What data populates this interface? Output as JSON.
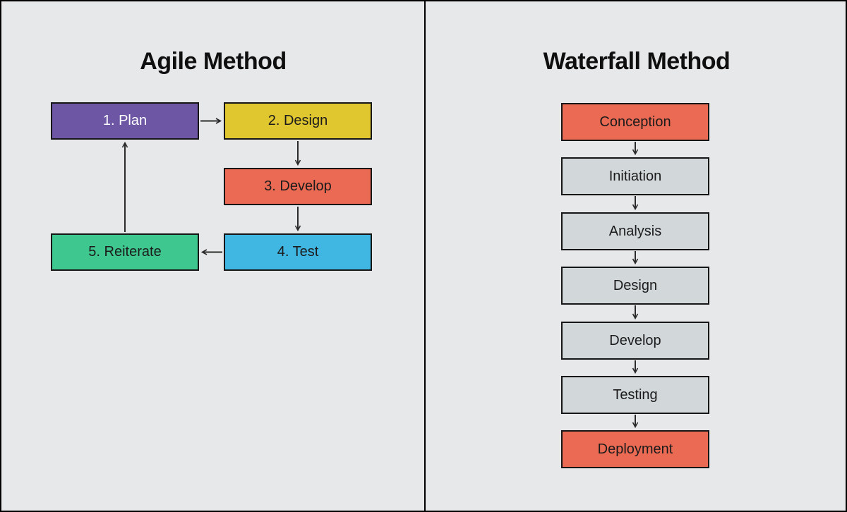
{
  "canvas": {
    "background": "#e7e8e9",
    "border_color": "#000000",
    "arrow_color": "#2b2b2b"
  },
  "agile": {
    "title": "Agile Method",
    "nodes": [
      {
        "label": "1. Plan",
        "color": "#6d57a5",
        "text_color": "#ffffff"
      },
      {
        "label": "2. Design",
        "color": "#e0c72f",
        "text_color": "#1b1b1b"
      },
      {
        "label": "3. Develop",
        "color": "#ea6a53",
        "text_color": "#1b1b1b"
      },
      {
        "label": "4. Test",
        "color": "#40b6e3",
        "text_color": "#1b1b1b"
      },
      {
        "label": "5. Reiterate",
        "color": "#3ec78f",
        "text_color": "#1b1b1b"
      }
    ]
  },
  "waterfall": {
    "title": "Waterfall Method",
    "nodes": [
      {
        "label": "Conception",
        "color": "#ea6a53",
        "text_color": "#1b1b1b"
      },
      {
        "label": "Initiation",
        "color": "#d2d7da",
        "text_color": "#1b1b1b"
      },
      {
        "label": "Analysis",
        "color": "#d2d7da",
        "text_color": "#1b1b1b"
      },
      {
        "label": "Design",
        "color": "#d2d7da",
        "text_color": "#1b1b1b"
      },
      {
        "label": "Develop",
        "color": "#d2d7da",
        "text_color": "#1b1b1b"
      },
      {
        "label": "Testing",
        "color": "#d2d7da",
        "text_color": "#1b1b1b"
      },
      {
        "label": "Deployment",
        "color": "#ea6a53",
        "text_color": "#1b1b1b"
      }
    ]
  }
}
